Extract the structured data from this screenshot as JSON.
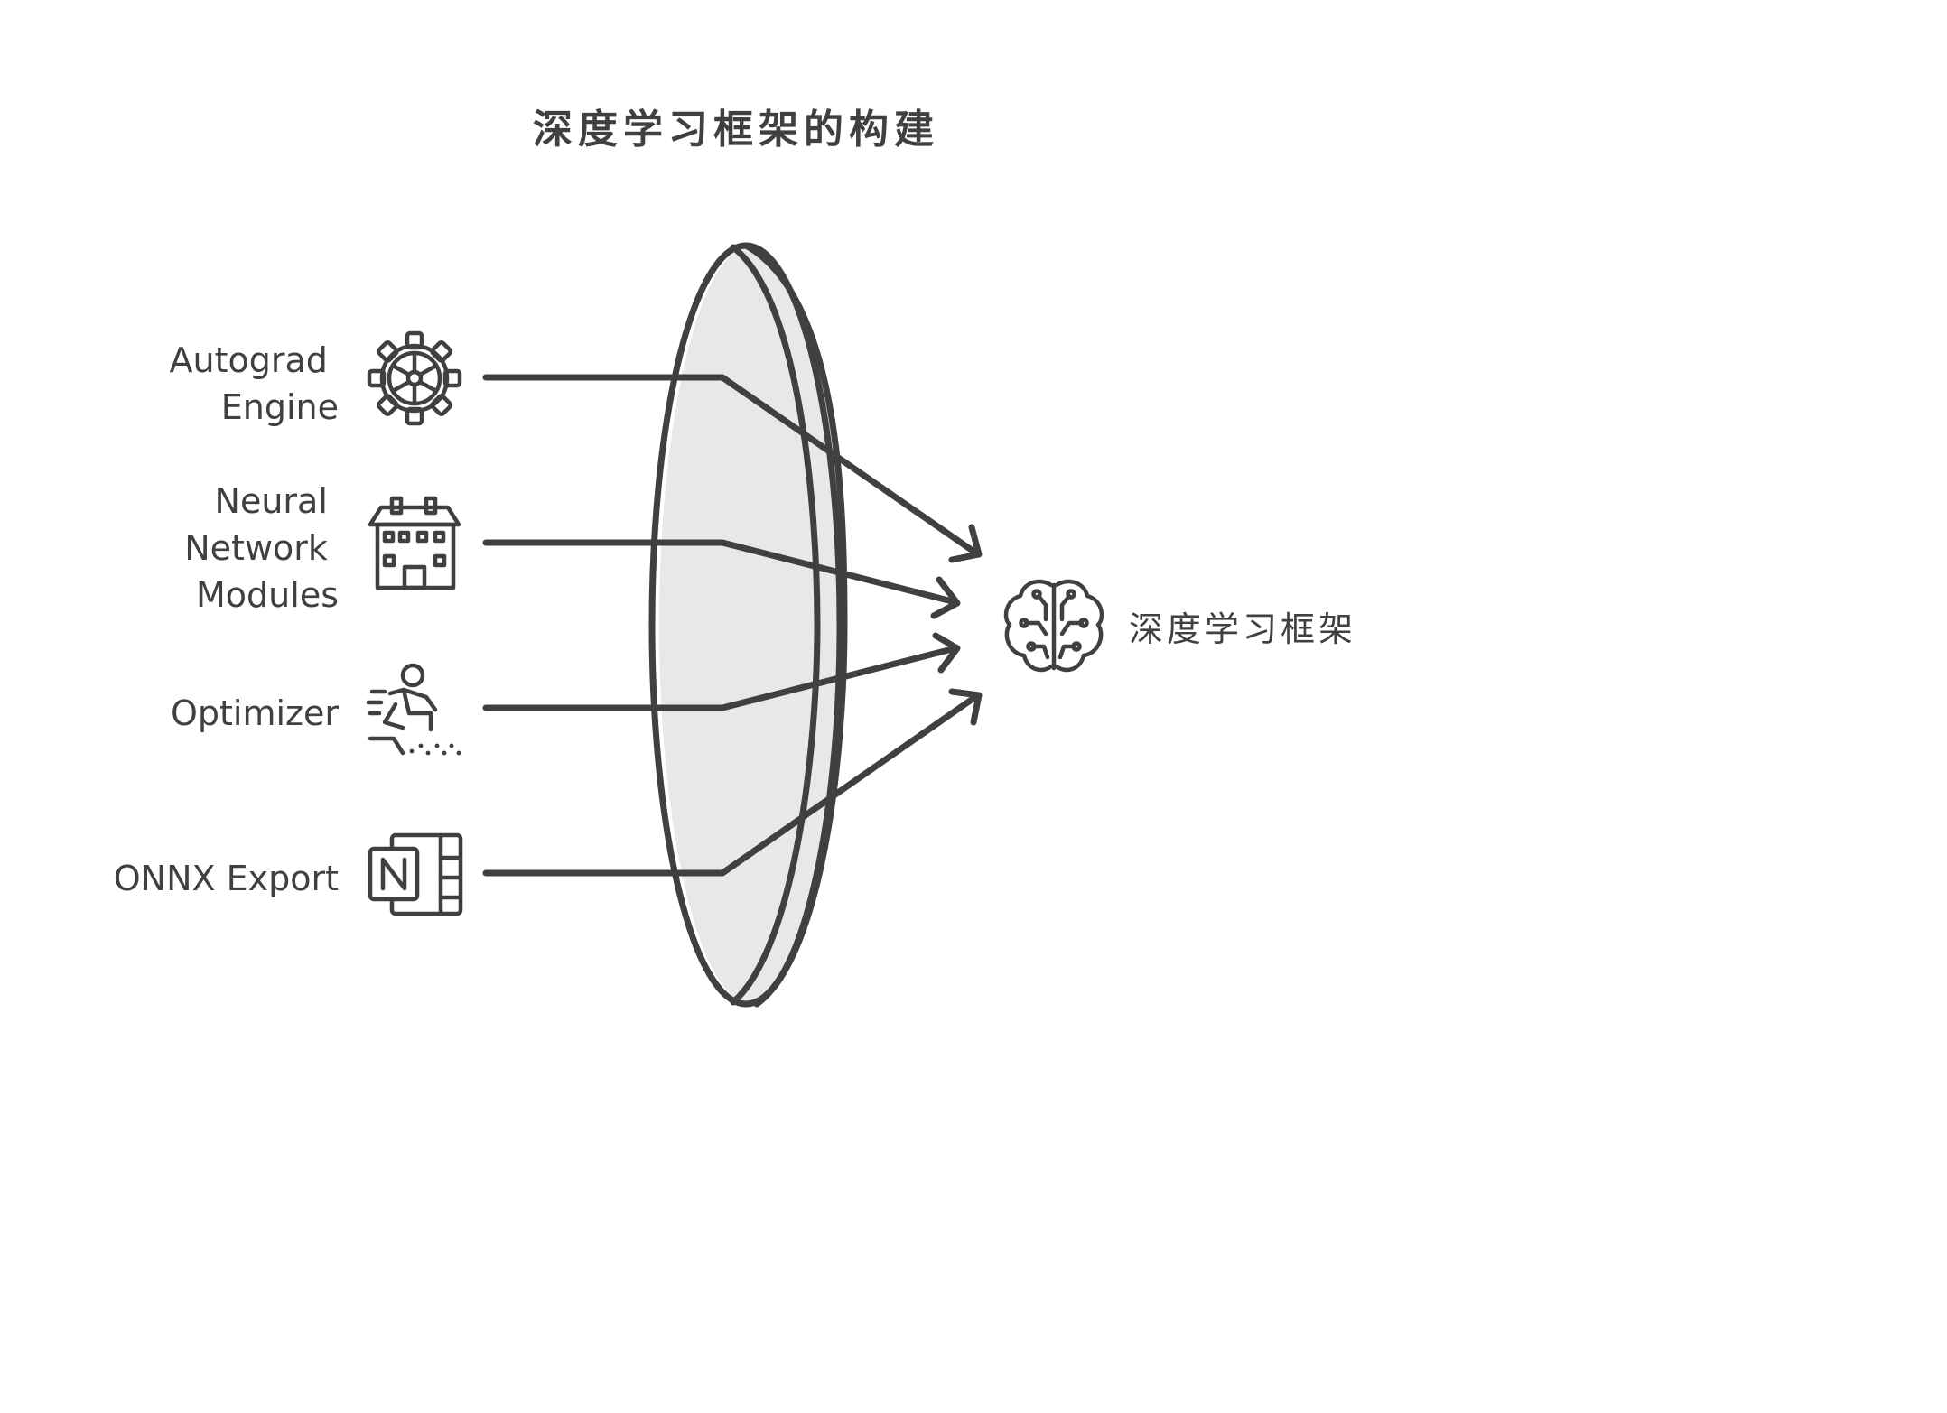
{
  "title": "深度学习框架的构建",
  "inputs": [
    {
      "lines": [
        "Autograd",
        "Engine"
      ],
      "icon": "gear-icon"
    },
    {
      "lines": [
        "Neural",
        "Network",
        "Modules"
      ],
      "icon": "building-icon"
    },
    {
      "lines": [
        "Optimizer"
      ],
      "icon": "runner-icon"
    },
    {
      "lines": [
        "ONNX Export"
      ],
      "icon": "onenote-icon"
    }
  ],
  "lens": {
    "icon": "lens-disc"
  },
  "output": {
    "label": "深度学习框架",
    "icon": "brain-circuit-icon"
  },
  "colors": {
    "ink": "#404040",
    "lens_fill": "#e8e8e8",
    "background": "#ffffff"
  }
}
